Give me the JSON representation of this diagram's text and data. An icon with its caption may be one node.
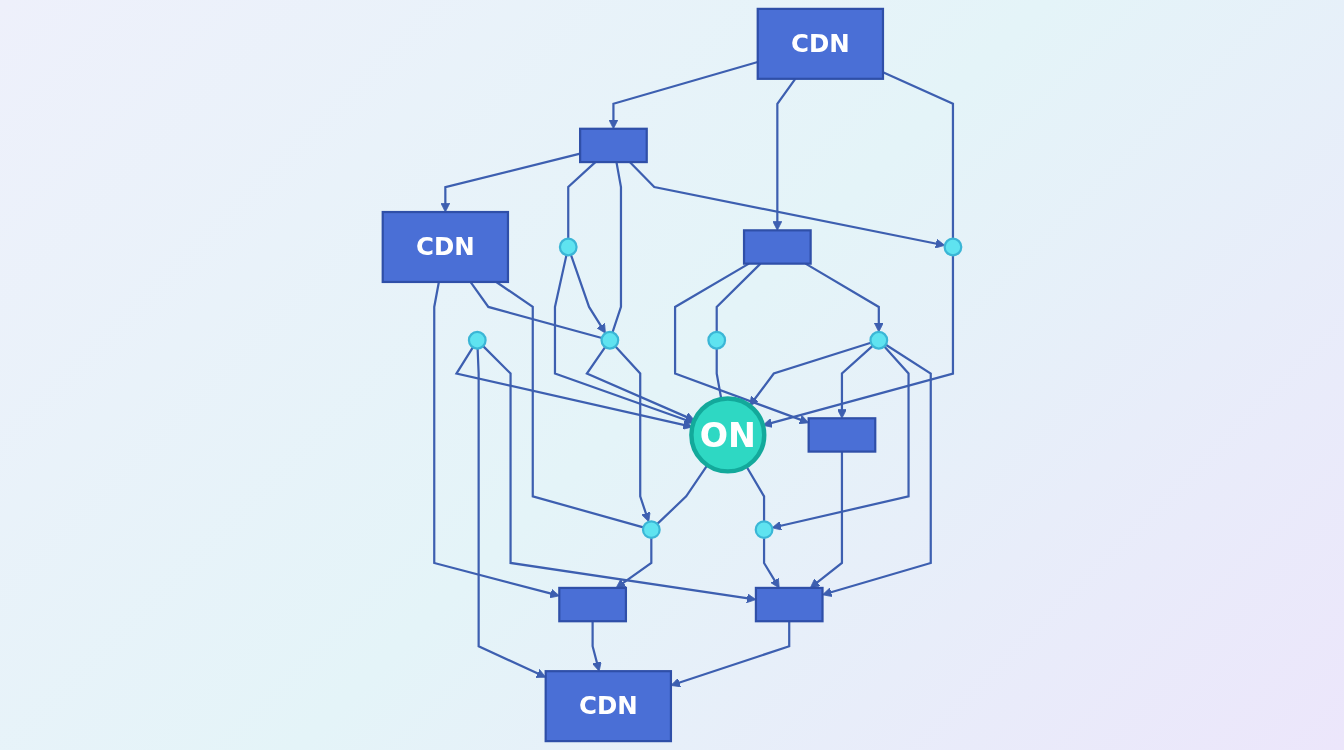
{
  "diagram": {
    "nodes": [
      {
        "text": [
          "CDN"
        ]
      },
      {
        "text": [],
        "shape": "box"
      },
      {
        "text": [],
        "shape": "box"
      },
      {
        "text": [
          "CDN"
        ]
      },
      {
        "text": [
          "ON"
        ]
      },
      {
        "text": [
          "CDN"
        ]
      },
      {
        "text": [],
        "shape": "box"
      },
      {
        "text": [],
        "shape": "box"
      },
      {
        "text": [],
        "shape": "box"
      },
      {
        "text": [],
        "shape": "circle"
      },
      {
        "text": [],
        "shape": "circle"
      },
      {
        "text": [],
        "shape": "circle"
      },
      {
        "text": [],
        "shape": "circle"
      },
      {
        "text": [],
        "shape": "circle"
      },
      {
        "text": [],
        "shape": "circle"
      },
      {
        "text": [],
        "shape": "circle"
      },
      {
        "text": [],
        "shape": "circle"
      }
    ],
    "edges": [
      {
        "from": 3,
        "to": 1,
        "arrow": "to"
      },
      {
        "from": 1,
        "to": 0,
        "arrow": "to"
      },
      {
        "from": 0,
        "to": 2,
        "arrow": "to"
      },
      {
        "from": 2,
        "to": 5,
        "arrow": "to"
      },
      {
        "from": 3,
        "to": 6,
        "arrow": "to"
      },
      {
        "from": 8,
        "to": 5,
        "arrow": "to"
      },
      {
        "from": 6,
        "to": 7,
        "arrow": "to"
      },
      {
        "from": 7,
        "to": 8,
        "arrow": "to"
      },
      {
        "from": 1,
        "to": 10,
        "arrow": "none"
      },
      {
        "from": 10,
        "to": 4,
        "arrow": "to"
      },
      {
        "from": 0,
        "to": 9,
        "arrow": "none"
      },
      {
        "from": 9,
        "to": 4,
        "arrow": "to"
      },
      {
        "from": 4,
        "to": 11,
        "arrow": "none"
      },
      {
        "from": 11,
        "to": 2,
        "arrow": "to"
      },
      {
        "from": 3,
        "to": 12,
        "arrow": "none"
      },
      {
        "from": 12,
        "to": 4,
        "arrow": "to"
      },
      {
        "from": 13,
        "to": 4,
        "arrow": "to"
      },
      {
        "from": 13,
        "to": 5,
        "arrow": "to"
      },
      {
        "from": 4,
        "to": 16,
        "arrow": "none"
      },
      {
        "from": 16,
        "to": 8,
        "arrow": "to"
      },
      {
        "from": 15,
        "to": 4,
        "arrow": "to"
      },
      {
        "from": 15,
        "to": 7,
        "arrow": "to"
      },
      {
        "from": 6,
        "to": 14,
        "arrow": "none"
      },
      {
        "from": 14,
        "to": 4,
        "arrow": "none"
      },
      {
        "from": 1,
        "to": 9,
        "arrow": "none"
      },
      {
        "from": 10,
        "to": 9,
        "arrow": "to"
      },
      {
        "from": 9,
        "to": 11,
        "arrow": "to"
      },
      {
        "from": 0,
        "to": 11,
        "arrow": "none"
      },
      {
        "from": 1,
        "to": 12,
        "arrow": "to"
      },
      {
        "from": 6,
        "to": 15,
        "arrow": "to"
      },
      {
        "from": 15,
        "to": 16,
        "arrow": "to"
      },
      {
        "from": 13,
        "to": 8,
        "arrow": "to"
      },
      {
        "from": 15,
        "to": 8,
        "arrow": "to"
      }
    ]
  }
}
